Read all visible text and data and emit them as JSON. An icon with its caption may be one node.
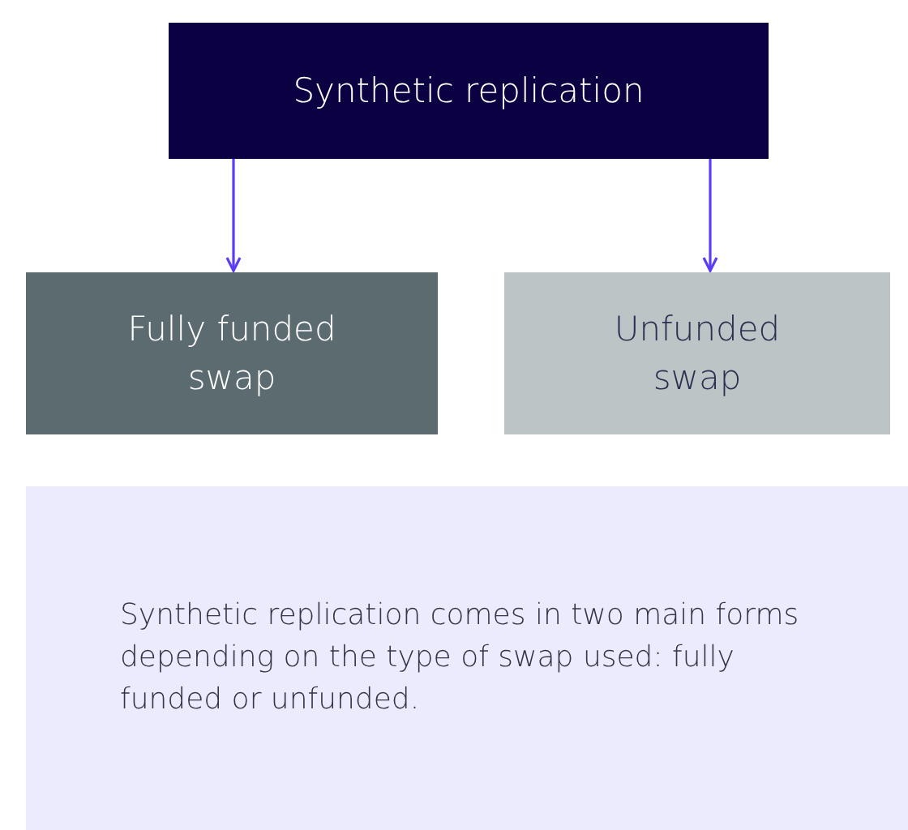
{
  "diagram": {
    "nodes": [
      {
        "text": [
          "Synthetic replication"
        ]
      },
      {
        "text": [
          "Fully funded swap"
        ]
      },
      {
        "text": [
          "Unfunded swap"
        ]
      },
      {
        "text": [
          "Synthetic replication comes in two main forms depending on the type of swap used: fully funded or unfunded."
        ]
      }
    ],
    "edges": [
      {
        "from": 0,
        "to": 1,
        "arrow": "to"
      },
      {
        "from": 0,
        "to": 2,
        "arrow": "to"
      }
    ]
  }
}
